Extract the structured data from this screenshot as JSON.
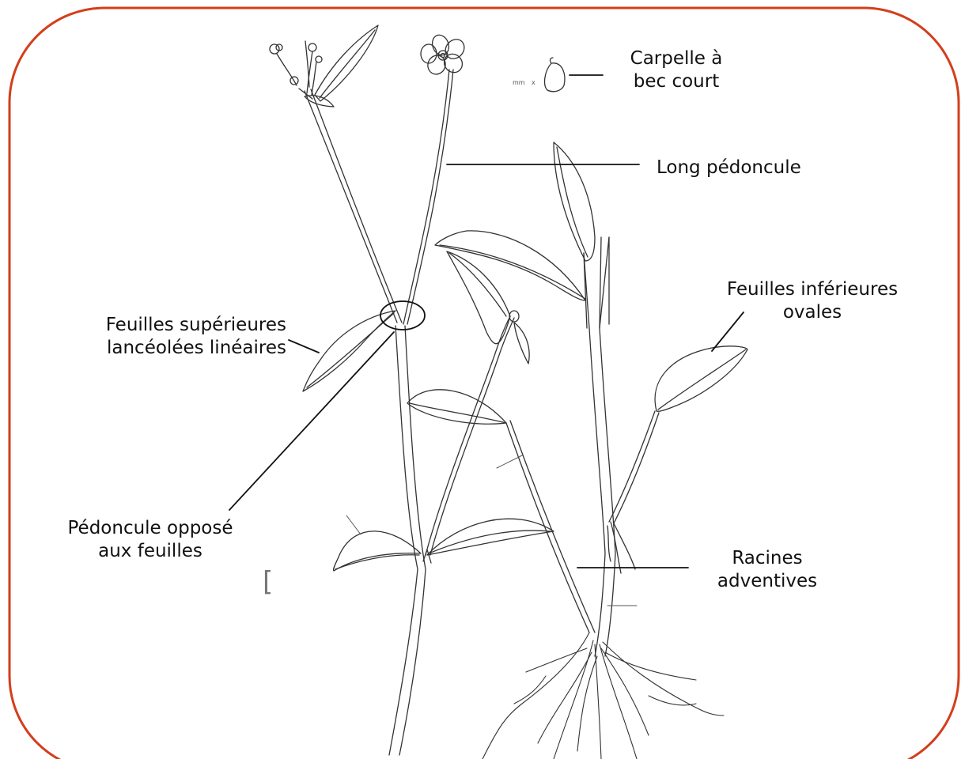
{
  "frame": {
    "border_color": "#d43e1b"
  },
  "labels": {
    "carpel": [
      "Carpelle à",
      "bec court"
    ],
    "peduncle": "Long pédoncule",
    "upper_leaves": [
      "Feuilles supérieures",
      "lancéolées linéaires"
    ],
    "lower_leaves": [
      "Feuilles inférieures",
      "ovales"
    ],
    "opposite_peduncle": [
      "Pédoncule opposé",
      "aux feuilles"
    ],
    "roots": [
      "Racines",
      "adventives"
    ]
  },
  "scale_label": "mm",
  "scale_mark": "[",
  "colors": {
    "ink": "#333333",
    "text": "#111111"
  }
}
